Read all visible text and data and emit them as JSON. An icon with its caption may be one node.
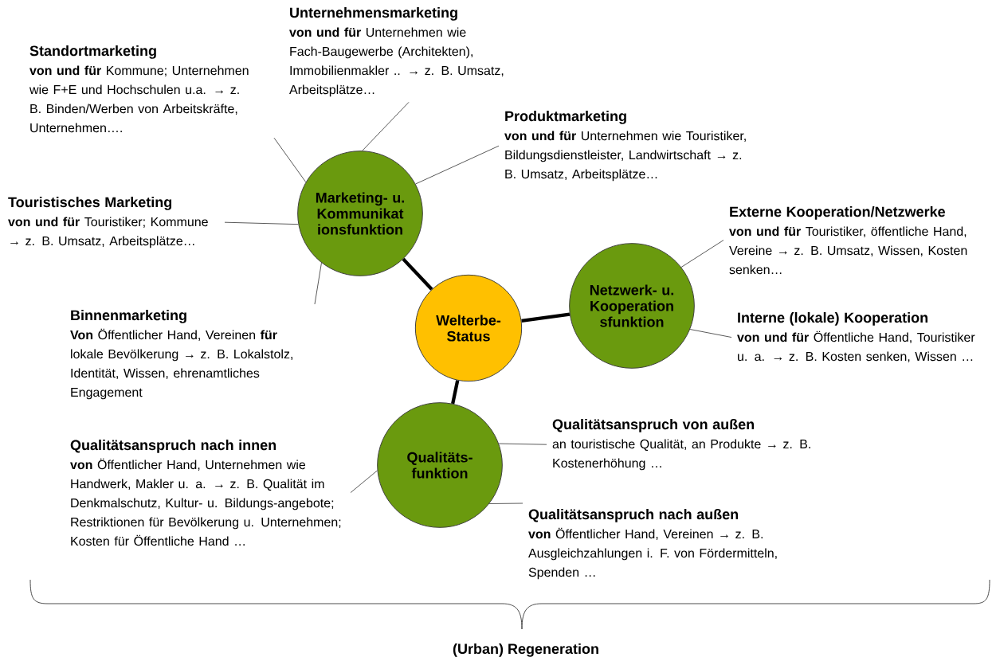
{
  "diagram": {
    "nodes": [
      {
        "text": [
          "Welterbe- Status"
        ]
      },
      {
        "text": [
          "Marketing- u. Kommunikat ionsfunktion"
        ]
      },
      {
        "text": [
          "Netzwerk- u. Kooperation sfunktion"
        ]
      },
      {
        "text": [
          "Qualitäts- funktion"
        ]
      },
      {
        "text": [
          "Standortmarketing",
          "**von und für** Kommune; Unternehmen wie F+E und Hochschulen u.a. → z. B. Binden/Werben von Arbeitskräfte, Unternehmen…."
        ]
      },
      {
        "text": [
          "Unternehmensmarketing",
          "**von und für** Unternehmen wie Fach-Baugewerbe (Architekten), Immobilienmakler .. → z. B. Umsatz, Arbeitsplätze…"
        ]
      },
      {
        "text": [
          "Produktmarketing",
          "**von und für** Unternehmen wie Touristiker, Bildungsdienstleister, Landwirtschaft → z. B. Umsatz, Arbeitsplätze…"
        ]
      },
      {
        "text": [
          "Touristisches Marketing",
          "**von und für** Touristiker; Kommune → z. B. Umsatz, Arbeitsplätze…"
        ]
      },
      {
        "text": [
          "Binnenmarketing",
          "**Von** Öffentlicher Hand, Vereinen **für** lokale Bevölkerung → z. B. Lokalstolz, Identität, Wissen, ehrenamtliches Engagement"
        ]
      },
      {
        "text": [
          "Externe Kooperation/Netzwerke",
          "**von und für** Touristiker, öffentliche Hand, Vereine → z. B. Umsatz, Wissen, Kosten senken…"
        ]
      },
      {
        "text": [
          "Interne (lokale) Kooperation",
          "**von und für** Öffentliche Hand, Touristiker u. a. → z. B. Kosten senken, Wissen …"
        ]
      },
      {
        "text": [
          "Qualitätsanspruch von außen",
          "an touristische Qualität, an Produkte → z. B. Kostenerhöhung …"
        ]
      },
      {
        "text": [
          "Qualitätsanspruch nach innen",
          "**von** Öffentlicher Hand, Unternehmen wie Handwerk, Makler u. a. → z. B. Qualität im Denkmalschutz, Kultur- u. Bildungs-angebote; Restriktionen für Bevölkerung u. Unternehmen; Kosten für Öffentliche Hand …"
        ]
      },
      {
        "text": [
          "Qualitätsanspruch nach außen",
          "**von** Öffentlicher Hand, Vereinen → z. B. Ausgleichzahlungen i. F. von Fördermitteln, Spenden …"
        ]
      }
    ],
    "edges": [
      {
        "from": 0,
        "to": 1,
        "arrow": "none",
        "style": "thick"
      },
      {
        "from": 0,
        "to": 2,
        "arrow": "none",
        "style": "thick"
      },
      {
        "from": 0,
        "to": 3,
        "arrow": "none",
        "style": "thick"
      },
      {
        "from": 1,
        "to": 4,
        "arrow": "none"
      },
      {
        "from": 1,
        "to": 5,
        "arrow": "none"
      },
      {
        "from": 1,
        "to": 6,
        "arrow": "none"
      },
      {
        "from": 1,
        "to": 7,
        "arrow": "none"
      },
      {
        "from": 1,
        "to": 8,
        "arrow": "none"
      },
      {
        "from": 2,
        "to": 9,
        "arrow": "none"
      },
      {
        "from": 2,
        "to": 10,
        "arrow": "none"
      },
      {
        "from": 3,
        "to": 11,
        "arrow": "none"
      },
      {
        "from": 3,
        "to": 12,
        "arrow": "none"
      },
      {
        "from": 3,
        "to": 13,
        "arrow": "none"
      }
    ],
    "labels": [
      "(Urban) Regeneration"
    ]
  }
}
